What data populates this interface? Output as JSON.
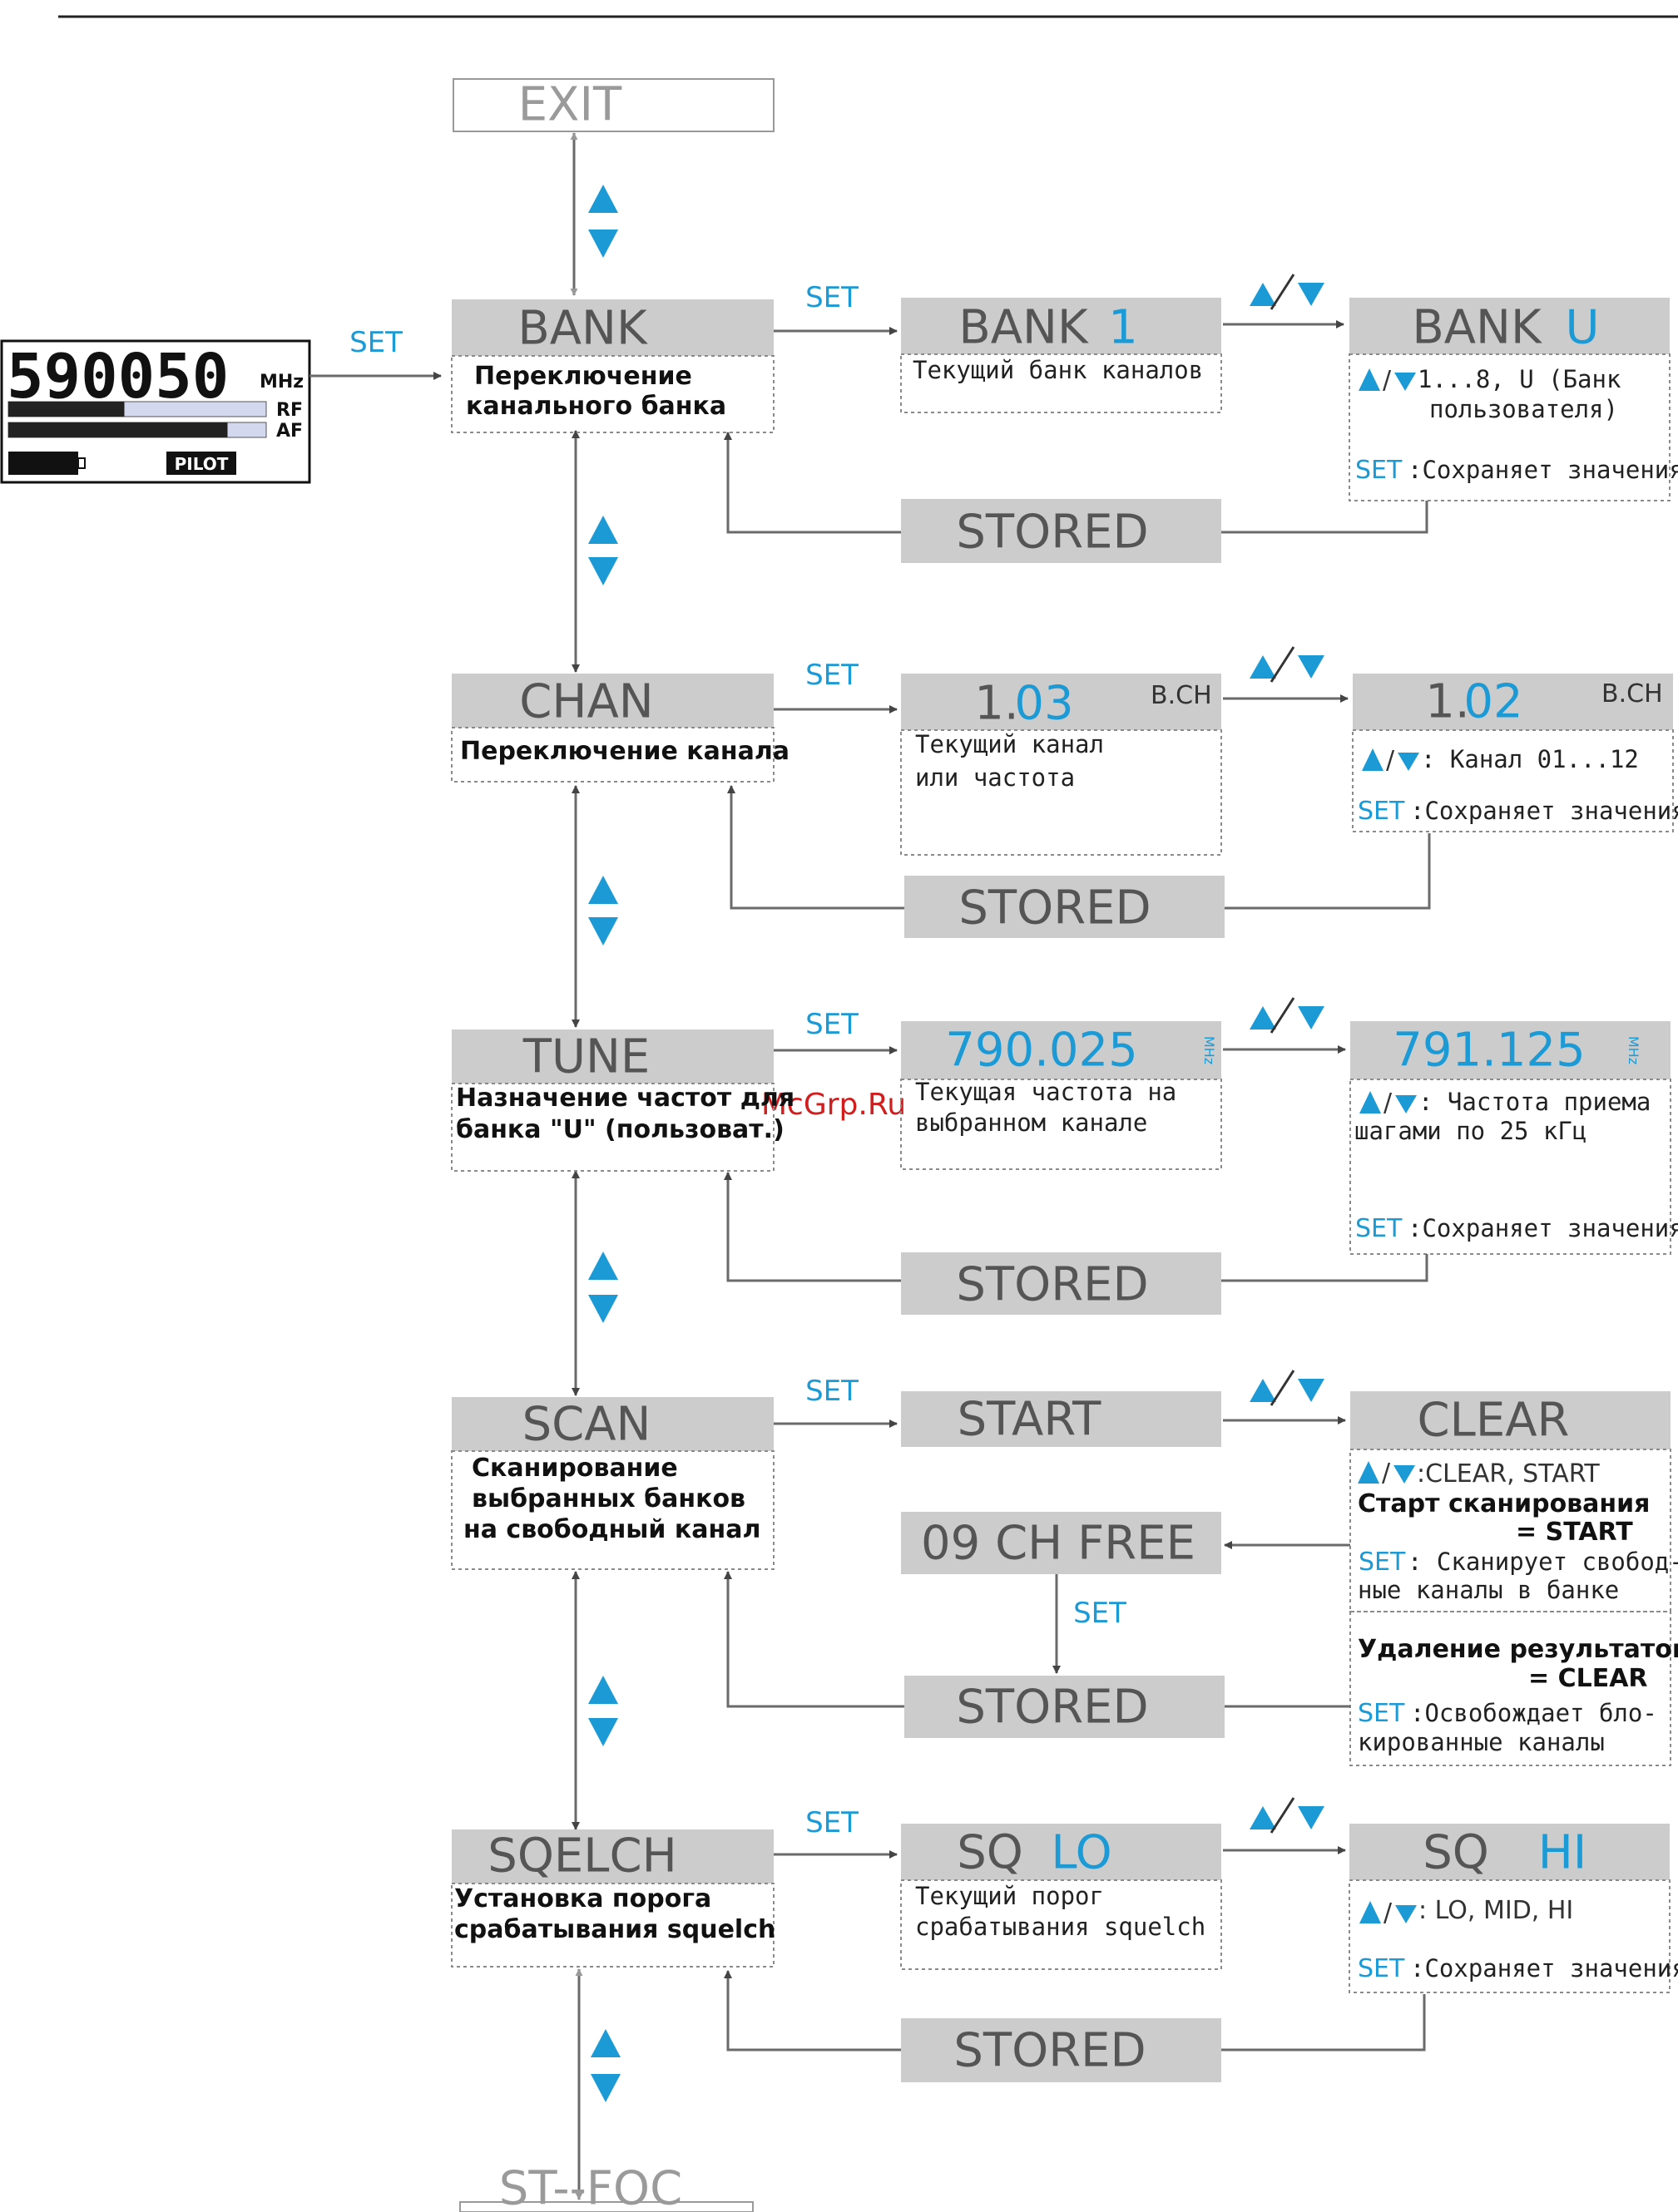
{
  "nodes": {
    "exit": {
      "title": "EXIT"
    },
    "bank": {
      "title": "BANK",
      "desc": [
        "Переключение",
        "канального банка"
      ]
    },
    "chan": {
      "title": "CHAN",
      "desc": [
        "Переключение канала"
      ]
    },
    "tune": {
      "title": "TUNE",
      "desc": [
        "Назначение частот для",
        "банка \"U\" (пользоват.)"
      ]
    },
    "scan": {
      "title": "SCAN",
      "desc": [
        "Сканирование",
        "выбранных банков",
        "на свободный канал"
      ]
    },
    "sqelch": {
      "title": "SQELCH",
      "desc": [
        "Установка порога",
        "срабатывания squelch"
      ]
    },
    "stfoc": {
      "title": "ST--FOC"
    }
  },
  "row_bank": {
    "mid_title": "BANK",
    "mid_value": "1",
    "mid_desc": "Текущий банк каналов",
    "right_title": "BANK",
    "right_value": "U",
    "right_desc1": "1...8, U (Банк",
    "right_desc2": "пользователя)",
    "set_prefix": "SET",
    "set_text": ":Сохраняет значения"
  },
  "row_chan": {
    "mid_prefix": "1.",
    "mid_value": "03",
    "mid_tag": "B.CH",
    "mid_desc1": "Текущий канал",
    "mid_desc2": "или частота",
    "right_prefix": "1.",
    "right_value": "02",
    "right_tag": "B.CH",
    "right_desc": ":   Канал  01...12",
    "set_prefix": "SET",
    "set_text": ":Сохраняет значения"
  },
  "row_tune": {
    "mid_value": "790.025",
    "mid_unit": "MHz",
    "mid_desc1": "Текущая частота на",
    "mid_desc2": "выбранном канале",
    "right_value": "791.125",
    "right_unit": "MHz",
    "right_desc1": ": Частота приема",
    "right_desc2": "шагами по 25 кГц",
    "set_prefix": "SET",
    "set_text": ":Сохраняет значения"
  },
  "row_scan": {
    "start": "START",
    "clear": "CLEAR",
    "free": "09 CH FREE",
    "opt": ":CLEAR, START",
    "start_head": "Старт сканирования",
    "start_eq": "= START",
    "start_set_prefix": "SET",
    "start_set1": ": Сканирует свобод-",
    "start_set2": "ные каналы в банке",
    "clear_head": "Удаление результатов",
    "clear_eq": "= CLEAR",
    "clear_set_prefix": "SET",
    "clear_set1": ":Освобождает бло-",
    "clear_set2": "кированные каналы"
  },
  "row_sq": {
    "mid_title": "SQ",
    "mid_value": "LO",
    "mid_desc1": "Текущий порог",
    "mid_desc2": "срабатывания squelch",
    "right_title": "SQ",
    "right_value": "HI",
    "right_desc": ": LO, MID, HI",
    "set_prefix": "SET",
    "set_text": ":Сохраняет значения"
  },
  "labels": {
    "set": "SET",
    "stored": "STORED"
  },
  "lcd": {
    "freq": "590050",
    "unit": "MHz",
    "rf": "RF",
    "af": "AF",
    "pilot": "PILOT",
    "rf_level": 0.45,
    "af_level": 0.85
  },
  "watermark": "McGrp.Ru",
  "colors": {
    "accent": "#1b9ad6",
    "box": "#cccccc",
    "line": "#6a6a6a"
  }
}
